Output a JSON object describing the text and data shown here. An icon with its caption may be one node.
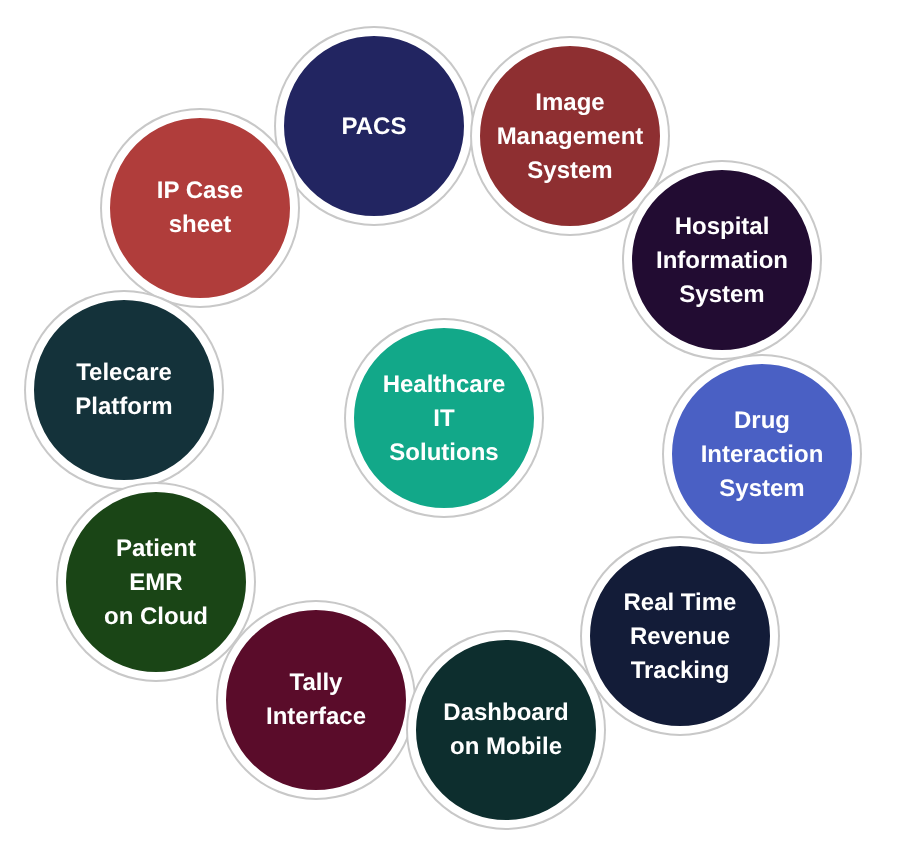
{
  "diagram": {
    "nodes": [
      {
        "text": [
          "PACS"
        ]
      },
      {
        "text": [
          "Image Management System"
        ]
      },
      {
        "text": [
          "IP Case sheet"
        ]
      },
      {
        "text": [
          "Hospital Information System"
        ]
      },
      {
        "text": [
          "Telecare Platform"
        ]
      },
      {
        "text": [
          "Healthcare IT Solutions"
        ]
      },
      {
        "text": [
          "Drug Interaction System"
        ]
      },
      {
        "text": [
          "Patient EMR on Cloud"
        ]
      },
      {
        "text": [
          "Real Time Revenue Tracking"
        ]
      },
      {
        "text": [
          "Tally Interface"
        ]
      },
      {
        "text": [
          "Dashboard on Mobile"
        ]
      }
    ]
  }
}
